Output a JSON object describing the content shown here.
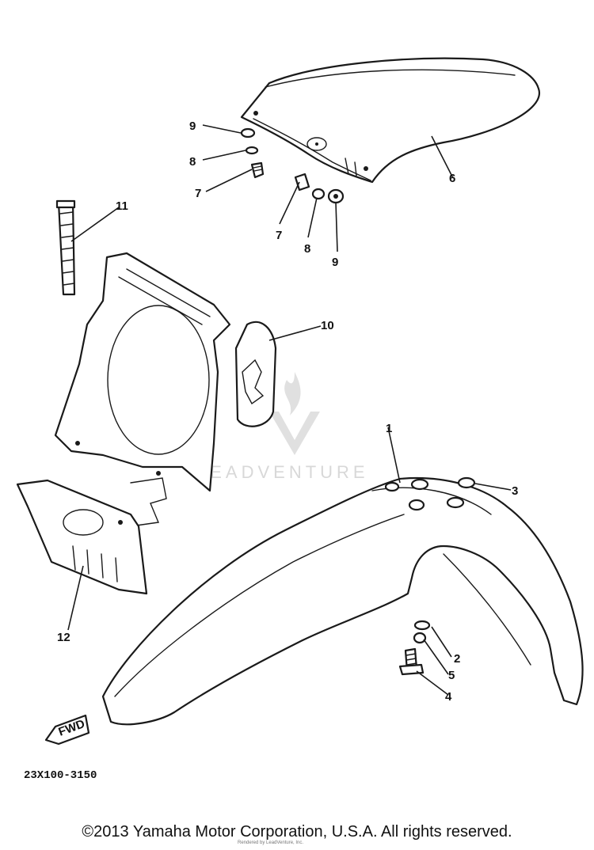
{
  "callouts": {
    "c1": "1",
    "c2": "2",
    "c3": "3",
    "c4": "4",
    "c5": "5",
    "c6": "6",
    "c7a": "7",
    "c7b": "7",
    "c8a": "8",
    "c8b": "8",
    "c9a": "9",
    "c9b": "9",
    "c10": "10",
    "c11": "11",
    "c12": "12"
  },
  "fwd_label": "FWD",
  "diagram_code": "23X100-3150",
  "watermark": "LEADVENTURE",
  "small_credit": "Rendered by LeadVenture, Inc.",
  "copyright": "©2013 Yamaha Motor Corporation, U.S.A. All rights reserved."
}
